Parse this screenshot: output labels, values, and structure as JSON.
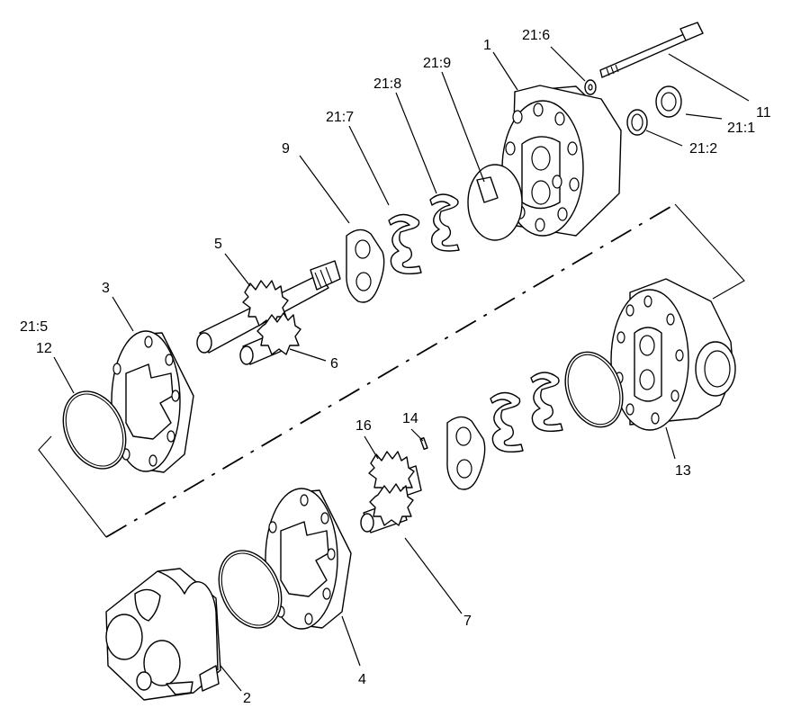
{
  "callouts": {
    "c1": "1",
    "c2": "2",
    "c3": "3",
    "c4": "4",
    "c5": "5",
    "c6": "6",
    "c7": "7",
    "c9": "9",
    "c11": "11",
    "c12": "12",
    "c13": "13",
    "c14": "14",
    "c16": "16",
    "c21_1": "21:1",
    "c21_2": "21:2",
    "c21_5": "21:5",
    "c21_6": "21:6",
    "c21_7": "21:7",
    "c21_8": "21:8",
    "c21_9": "21:9"
  }
}
